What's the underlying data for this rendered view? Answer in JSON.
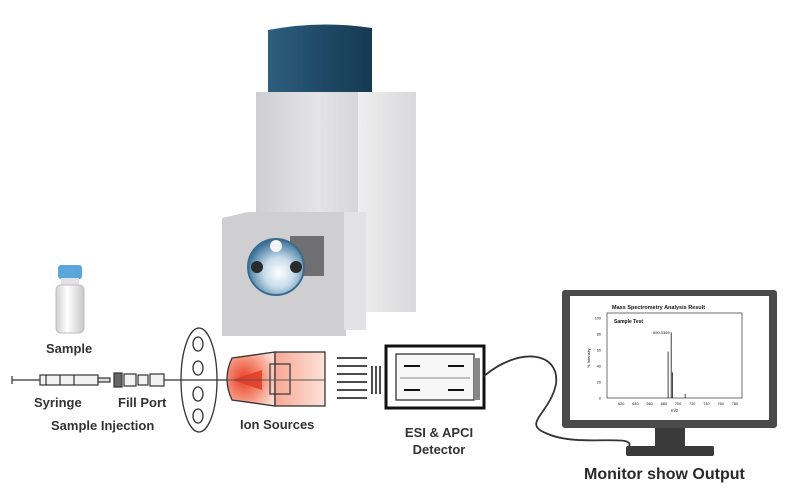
{
  "labels": {
    "sample": "Sample",
    "syringe": "Syringe",
    "fill_port": "Fill Port",
    "sample_injection": "Sample Injection",
    "ion_sources": "Ion Sources",
    "detector_line1": "ESI & APCI",
    "detector_line2": "Detector",
    "monitor_caption": "Monitor show Output"
  },
  "monitor": {
    "title": "Mass Spectrometry Analysis Result",
    "subtitle": "Sample Test",
    "peak_label": "690.3369",
    "ylabel": "% Intensity",
    "xlabel": "m/z",
    "y_ticks": [
      "100",
      "80",
      "60",
      "40",
      "20",
      "0"
    ],
    "x_ticks": [
      "620",
      "640",
      "660",
      "680",
      "700",
      "720",
      "740",
      "760",
      "780"
    ]
  },
  "chart_data": {
    "type": "bar",
    "title": "Mass Spectrometry Analysis Result",
    "subtitle": "Sample Test",
    "xlabel": "m/z",
    "ylabel": "% Intensity",
    "xlim": [
      600,
      790
    ],
    "ylim": [
      0,
      100
    ],
    "x": [
      686,
      690.3369,
      692,
      710
    ],
    "values": [
      58,
      82,
      32,
      5
    ]
  },
  "colors": {
    "instrument_body": "#d4d4d6",
    "instrument_top": "#24506e",
    "ion_source": "#ee6b52",
    "monitor_frame": "#4a4a4a",
    "vial_cap": "#5aa6dc"
  }
}
